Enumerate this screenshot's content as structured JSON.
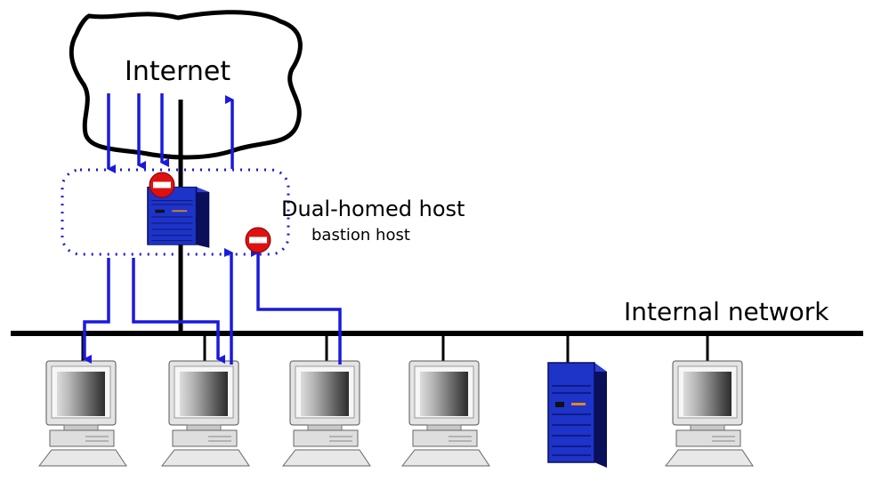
{
  "labels": {
    "internet": "Internet",
    "dual_homed_host": "Dual-homed host",
    "bastion_host": "bastion host",
    "internal_network": "Internal network"
  },
  "colors": {
    "arrow": "#1a1adc",
    "server_body": "#1e33c8",
    "server_dark": "#0a0f5a",
    "block_sign": "#dd1111",
    "line": "#000000",
    "dotted_border": "#1a1adc"
  },
  "icons": [
    "internet-cloud",
    "server-icon",
    "no-entry-icon",
    "computer-icon",
    "arrow"
  ]
}
